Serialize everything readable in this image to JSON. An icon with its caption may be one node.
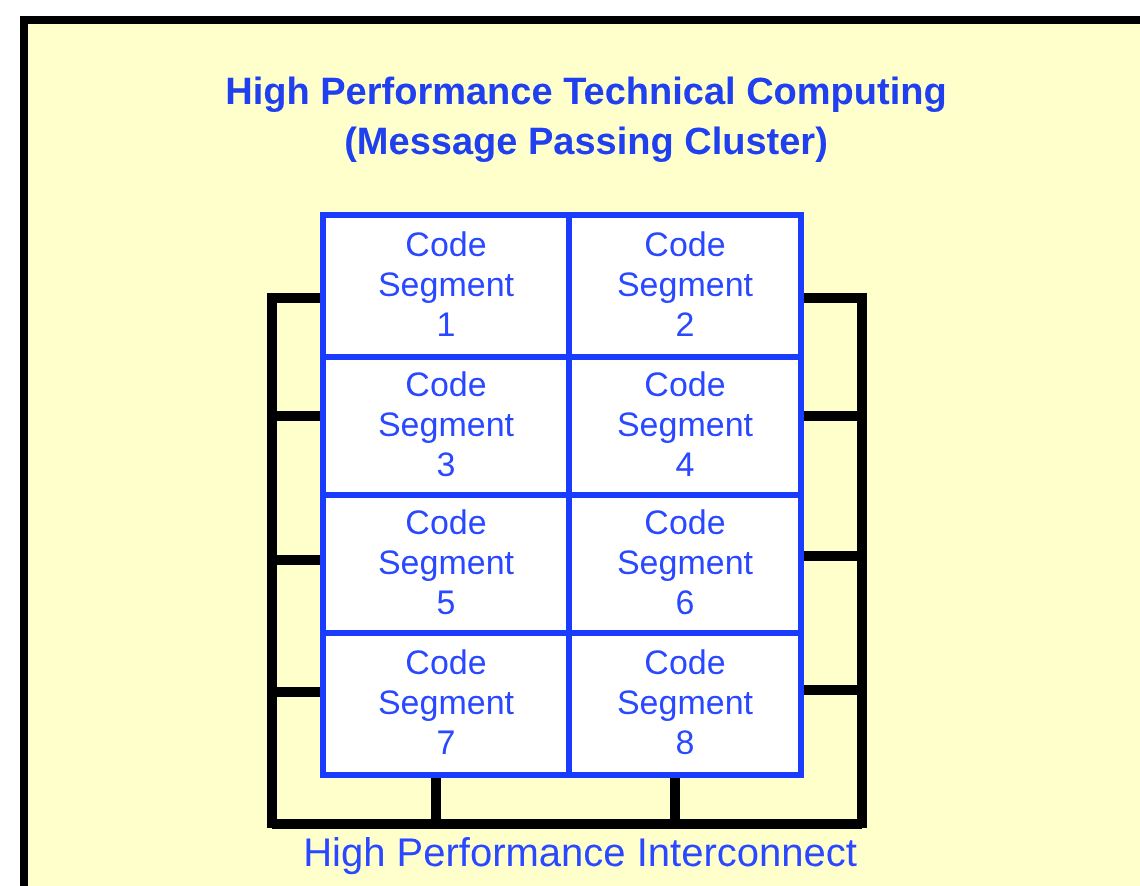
{
  "diagram": {
    "title": "High Performance Technical Computing (Message Passing Cluster)",
    "nodes": [
      {
        "text": [
          "Code Segment 1"
        ]
      },
      {
        "text": [
          "Code Segment 2"
        ]
      },
      {
        "text": [
          "Code Segment 3"
        ]
      },
      {
        "text": [
          "Code Segment 4"
        ]
      },
      {
        "text": [
          "Code Segment 5"
        ]
      },
      {
        "text": [
          "Code Segment 6"
        ]
      },
      {
        "text": [
          "Code Segment 7"
        ]
      },
      {
        "text": [
          "Code Segment 8"
        ]
      },
      {
        "text": [
          "High Performance Interconnect"
        ]
      }
    ],
    "edges": [
      {
        "from": 0,
        "to": 8,
        "arrow": "none"
      },
      {
        "from": 1,
        "to": 8,
        "arrow": "none"
      },
      {
        "from": 2,
        "to": 8,
        "arrow": "none"
      },
      {
        "from": 3,
        "to": 8,
        "arrow": "none"
      },
      {
        "from": 4,
        "to": 8,
        "arrow": "none"
      },
      {
        "from": 5,
        "to": 8,
        "arrow": "none"
      },
      {
        "from": 6,
        "to": 8,
        "arrow": "none"
      },
      {
        "from": 7,
        "to": 8,
        "arrow": "none"
      },
      {
        "from": 6,
        "to": 8,
        "arrow": "none"
      },
      {
        "from": 7,
        "to": 8,
        "arrow": "none"
      }
    ]
  }
}
